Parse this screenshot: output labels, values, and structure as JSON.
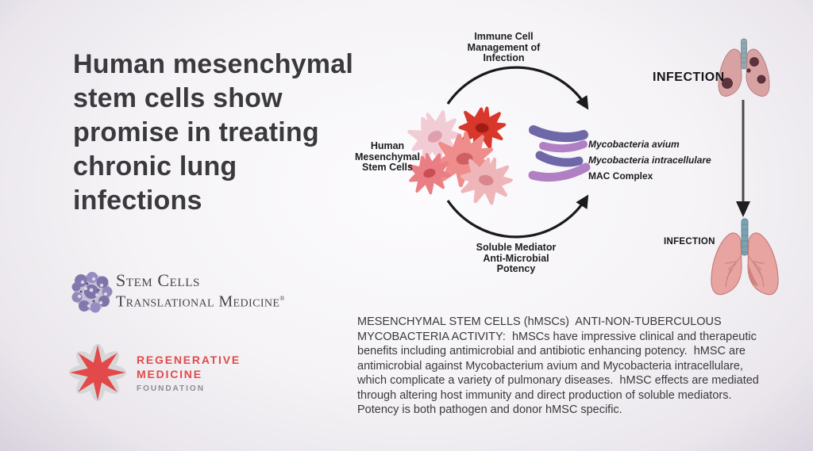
{
  "colors": {
    "background_corner": "#a89fb2",
    "background_center": "#fcfbfd",
    "title_text": "#3a393d",
    "body_text": "#39393b",
    "diagram_text": "#1d1d1f",
    "arrow_black": "#1a1a1a",
    "journal_purple": "#8378ad",
    "journal_text": "#454349",
    "foundation_red": "#e04b4b",
    "foundation_gray": "#8c8b8e",
    "cell_pinks": [
      "#f2ccd4",
      "#d8372b",
      "#ef8c8c",
      "#e97f84",
      "#efb6ba"
    ],
    "bacteria_dark_purple": "#6e68a8",
    "bacteria_light_purple": "#b07fc4",
    "lung_pink": "#e8a4a1",
    "lesion_dark": "#5c333c",
    "trachea_blue": "#7ba3b2"
  },
  "title": {
    "text": "Human mesenchymal\nstem cells show\npromise in treating\nchronic lung\ninfections"
  },
  "logos": {
    "journal": {
      "line1": "Stem Cells",
      "line2": "Translational Medicine",
      "mark": "®"
    },
    "foundation": {
      "line1": "REGENERATIVE",
      "line2": "MEDICINE",
      "line3": "FOUNDATION"
    }
  },
  "diagram": {
    "top_label": "Immune Cell\nManagement of\nInfection",
    "left_label": "Human\nMesenchymal\nStem Cells",
    "bottom_label": "Soluble Mediator\nAnti-Microbial\nPotency",
    "bacteria_label_1": "Mycobacteria avium",
    "bacteria_label_2": "Mycobacteria intracellulare",
    "bacteria_label_3": "MAC Complex"
  },
  "infection_panel": {
    "top_label": "INFECTION",
    "bottom_label": "INFECTION"
  },
  "body": {
    "paragraph": "MESENCHYMAL STEM CELLS (hMSCs)  ANTI-NON-TUBERCULOUS MYCOBACTERIA ACTIVITY:  hMSCs have impressive clinical and therapeutic benefits including antimicrobial and antibiotic enhancing potency.  hMSC are antimicrobial against Mycobacterium avium and Mycobacteria intracellulare, which complicate a variety of pulmonary diseases.  hMSC effects are mediated through altering host immunity and direct production of soluble mediators.  Potency is both pathogen and donor hMSC specific."
  },
  "icons": {
    "stem-cell-cluster-icon": "cluster of star-shaped pink cells",
    "bacteria-rods-icon": "four curved purple bacilli",
    "circular-arrows-icon": "oval cycle with two arrowheads",
    "infected-lungs-icon": "lungs with dark lesions",
    "healthy-lungs-icon": "pink lungs with bronchi",
    "down-arrow-icon": "long downward arrow",
    "journal-cells-icon": "purple cell-colony blob",
    "foundation-flower-icon": "eight-point red star flower"
  }
}
